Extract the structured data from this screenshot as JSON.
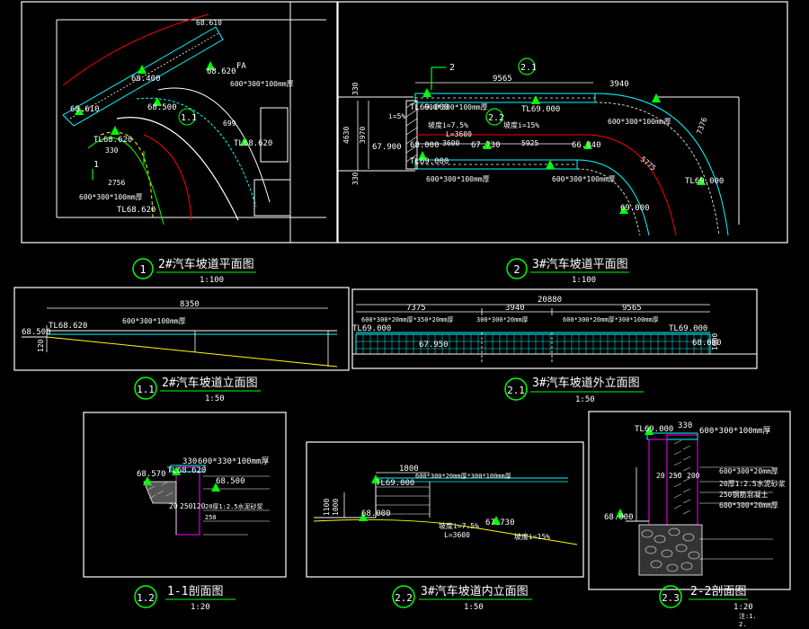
{
  "colors": {
    "background": "#000000",
    "frame": "#ffffff",
    "dimension": "#ffffff",
    "label": "#ffffff",
    "marker": "#00ff00",
    "axis_red": "#ff0000",
    "slope_yellow": "#ffff00",
    "hatch_cyan": "#00ffff",
    "structure_magenta": "#ff00ff",
    "soil_gray": "#c8c8c8"
  },
  "drawings": {
    "plan2": {
      "number": "1",
      "title": "2#汽车坡道平面图",
      "scale": "1:100",
      "labels": {
        "top": "68.610",
        "fa": "FA",
        "e1": "68.400",
        "e2": "68.620",
        "e3": "68.500",
        "e4": "68.610",
        "tl1": "TL68.620",
        "tl2": "TL68.620",
        "tl3": "TL68.620",
        "mat": "600*300*100mm厚",
        "dim330": "330",
        "dim2756": "2756",
        "dim699": "699",
        "section": "1"
      }
    },
    "plan3": {
      "number": "2",
      "title": "3#汽车坡道平面图",
      "scale": "1:100",
      "labels": {
        "sec2": "2",
        "d9565": "9565",
        "d3940": "3940",
        "d4630": "4630",
        "d3970": "3970",
        "d330a": "330",
        "d330b": "330",
        "tl1": "TL69.000",
        "tl2": "TL69.000",
        "tl3": "TL69.000",
        "tl4": "TL69.000",
        "mat1": "600*300*100mm厚",
        "mat2": "600*300*100mm厚",
        "mat3": "600*300*100mm厚",
        "mat4": "600*300*100mm厚",
        "slope1": "i=5%",
        "slope2": "坡度i=7.5%",
        "slope3": "坡度i=15%",
        "len": "L=3600",
        "e1": "67.900",
        "e2": "68.000",
        "e3": "67.730",
        "e4": "66.840",
        "d3600": "3600",
        "d5925": "5925",
        "d7376": "7376",
        "d5775": "5775",
        "d0": "69.000"
      }
    },
    "elev2": {
      "number": "1.1",
      "title": "2#汽车坡道立面图",
      "scale": "1:50",
      "labels": {
        "d8350": "8350",
        "e1": "68.500",
        "tl": "TL68.620",
        "mat": "600*300*100mm厚",
        "d120": "120"
      }
    },
    "elev3": {
      "number": "2.1",
      "title": "3#汽车坡道外立面图",
      "scale": "1:50",
      "labels": {
        "d20880": "20880",
        "d7375": "7375",
        "d3940": "3940",
        "d9565": "9565",
        "tl1": "TL69.000",
        "tl2": "TL69.000",
        "m1": "600*300*20mm厚*350*20mm厚",
        "m2": "300*300*20mm厚",
        "m3": "600*300*20mm厚*300*100mm厚",
        "e1": "67.950",
        "e2": "68.000",
        "d1000": "1000"
      }
    },
    "sec11": {
      "number": "1.2",
      "title": "1-1剖面图",
      "scale": "1:20",
      "labels": {
        "d330": "330",
        "mat": "600*330*100mm厚",
        "tl": "TL68.620",
        "e1": "68.570",
        "e2": "68.500",
        "l1": "20厚1:2.5水泥砂浆",
        "l2": "250",
        "d20": "20",
        "d250": "250",
        "d120": "120"
      }
    },
    "elev3in": {
      "number": "2.2",
      "title": "3#汽车坡道内立面图",
      "scale": "1:50",
      "labels": {
        "d1800": "1800",
        "tl": "TL69.000",
        "mat": "600*300*20mm厚*300*100mm厚",
        "e1": "68.000",
        "e2": "67.730",
        "slope1": "坡度i=7.5%",
        "slope2": "坡度i=15%",
        "len": "L=3600",
        "d1000": "1000",
        "d1100": "1100"
      }
    },
    "sec22": {
      "number": "2.3",
      "title": "2-2剖面图",
      "scale": "1:20",
      "labels": {
        "tl": "TL69.000",
        "d330": "330",
        "mat1": "600*300*100mm厚",
        "mat2": "600*300*20mm厚",
        "l1": "20厚1:2.5水泥砂浆",
        "l2": "250钢筋混凝土",
        "mat3": "600*300*20mm厚",
        "e1": "68.000",
        "d20": "20",
        "d250": "250",
        "d200": "200"
      },
      "notes": {
        "n1": "注:1.",
        "n2": "2."
      }
    }
  }
}
